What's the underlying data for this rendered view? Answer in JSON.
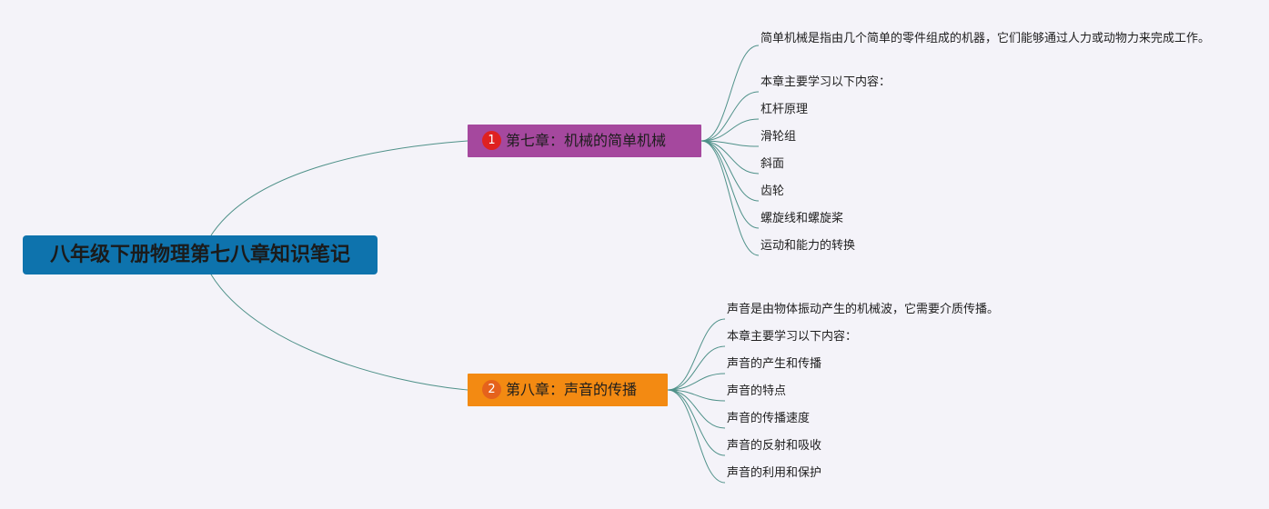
{
  "colors": {
    "background": "#f4f3f9",
    "root": "#0e73ad",
    "branch_1": "#a5489e",
    "branch_2": "#f38a12",
    "badge_1": "#df2121",
    "badge_2": "#e5621c",
    "connector": "#4f9189"
  },
  "root": {
    "title": "八年级下册物理第七八章知识笔记"
  },
  "branches": [
    {
      "badge": "1",
      "title": "第七章：机械的简单机械",
      "leaves": [
        "简单机械是指由几个简单的零件组成的机器，它们能够通过人力或动物力来完成工作。",
        "本章主要学习以下内容：",
        "杠杆原理",
        "滑轮组",
        "斜面",
        "齿轮",
        "螺旋线和螺旋桨",
        "运动和能力的转换"
      ]
    },
    {
      "badge": "2",
      "title": "第八章：声音的传播",
      "leaves": [
        "声音是由物体振动产生的机械波，它需要介质传播。",
        "本章主要学习以下内容：",
        "声音的产生和传播",
        "声音的特点",
        "声音的传播速度",
        "声音的反射和吸收",
        "声音的利用和保护"
      ]
    }
  ]
}
